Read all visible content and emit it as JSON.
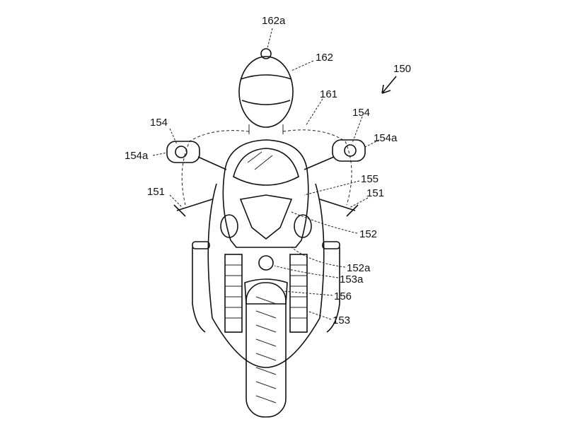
{
  "figure": {
    "labels": {
      "rider_head_marker": "162a",
      "helmet": "162",
      "system": "150",
      "rider": "161",
      "mirror_left": "154",
      "mirror_right": "154",
      "mirror_lamp_left": "154a",
      "mirror_lamp_right": "154a",
      "cowl": "155",
      "handle_left": "151",
      "handle_right": "151",
      "headlight": "152",
      "headlight_sub": "152a",
      "radiator_sub": "153a",
      "fender": "156",
      "radiator": "153"
    }
  }
}
